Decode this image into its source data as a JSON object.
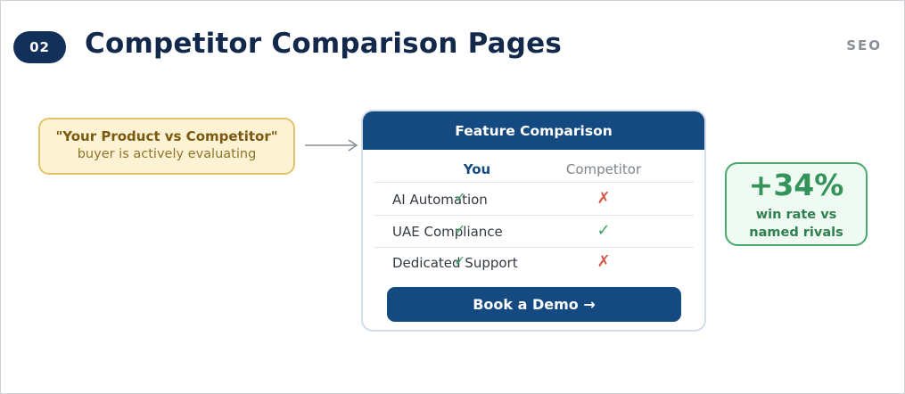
{
  "step": {
    "number": "02"
  },
  "header": {
    "title": "Competitor Comparison Pages",
    "tag": "SEO"
  },
  "search": {
    "query": "\"Your Product vs Competitor\"",
    "note": "buyer is actively evaluating"
  },
  "comparison": {
    "title": "Feature Comparison",
    "columns": {
      "you": "You",
      "competitor": "Competitor"
    },
    "rows": [
      {
        "feature": "AI Automation",
        "you": "✓",
        "competitor": "✗",
        "competitor_status": "no"
      },
      {
        "feature": "UAE Compliance",
        "you": "✓",
        "competitor": "✓",
        "competitor_status": "yes"
      },
      {
        "feature": "Dedicated Support",
        "you": "✓",
        "competitor": "✗",
        "competitor_status": "no"
      }
    ],
    "cta_label": "Book a Demo →"
  },
  "stat": {
    "value": "+34%",
    "label_line1": "win rate vs",
    "label_line2": "named rivals"
  },
  "colors": {
    "navy": "#12305a",
    "primary": "#154a80",
    "accent_yellow": "#e3c46a",
    "success": "#4aa86e",
    "danger": "#d35a4a"
  }
}
